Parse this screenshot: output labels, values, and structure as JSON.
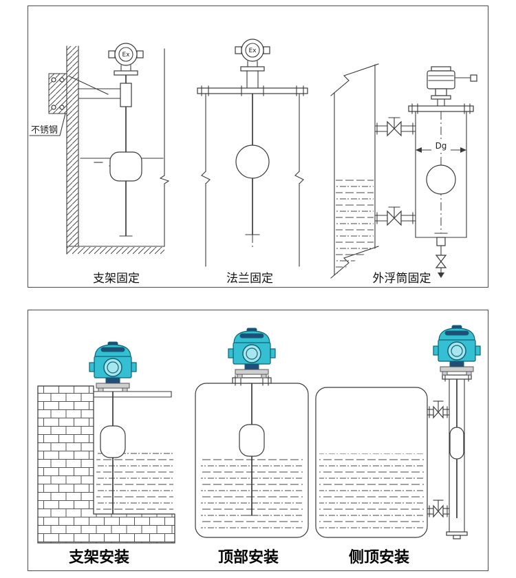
{
  "top_panel": {
    "caption_left": "支架固定",
    "caption_middle": "法兰固定",
    "caption_right": "外浮筒固定",
    "stainless_steel_label": "不锈钢",
    "dg_label": "Dg",
    "ex_label": "Ex"
  },
  "bottom_panel": {
    "caption_left": "支架安装",
    "caption_middle": "顶部安装",
    "caption_right": "侧顶安装"
  },
  "colors": {
    "line": "#3a3a3a",
    "teal": "#35bfd2",
    "teal_dark": "#0d6475",
    "navy": "#1f4e79",
    "flange_gray": "#cfcfcf"
  }
}
